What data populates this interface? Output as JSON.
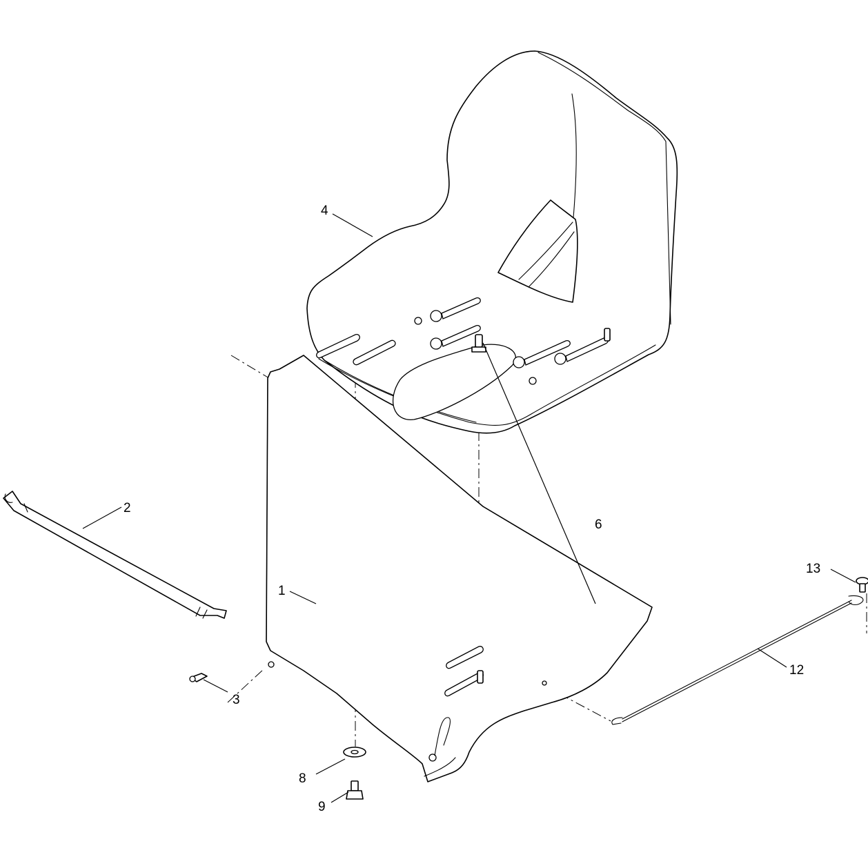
{
  "callouts": {
    "c1": "1",
    "c2": "2",
    "c3": "3",
    "c4": "4",
    "c6": "6",
    "c8": "8",
    "c9": "9",
    "c12": "12",
    "c13": "13"
  }
}
